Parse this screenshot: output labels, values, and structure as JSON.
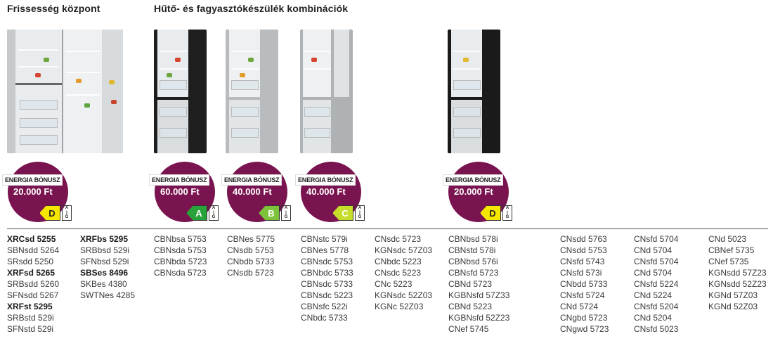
{
  "headings": {
    "fresh": "Frissesség központ",
    "combo": "Hűtő- és fagyasztókészülék kombinációk"
  },
  "badges": [
    {
      "label": "ENERGIA BÓNUSZ",
      "amount": "20.000 Ft",
      "energy_class": "D",
      "energy_color": "#f5e600"
    },
    {
      "label": "ENERGIA BÓNUSZ",
      "amount": "60.000 Ft",
      "energy_class": "A",
      "energy_color": "#2aa23a"
    },
    {
      "label": "ENERGIA BÓNUSZ",
      "amount": "40.000 Ft",
      "energy_class": "B",
      "energy_color": "#7cc23a"
    },
    {
      "label": "ENERGIA BÓNUSZ",
      "amount": "40.000 Ft",
      "energy_class": "C",
      "energy_color": "#c7dd2b"
    },
    {
      "label": "ENERGIA BÓNUSZ",
      "amount": "20.000 Ft",
      "energy_class": "D",
      "energy_color": "#f5e600"
    }
  ],
  "energy_scale": "A\nB\nC\nD\nE\nF\nG",
  "colors": {
    "badge": "#7a1450",
    "black_fridge": "#1e1e1e",
    "steel_fridge": "#b9bcbf"
  },
  "columns": {
    "c1": [
      "XRCsd 5255",
      "SBNsdd 5264",
      "SRsdd 5250",
      "XRFsd 5265",
      "SRBsdd 5260",
      "SFNsdd 5267",
      "XRFst 5295",
      "SRBstd 529i",
      "SFNstd 529i"
    ],
    "c2": [
      "XRFbs 5295",
      "SRBbsd 529i",
      "SFNbsd 529i",
      "SBSes 8496",
      "SKBes 4380",
      "SWTNes 4285"
    ],
    "c3": [
      "CBNbsa 5753",
      "CBNsda 5753",
      "CBNbda 5723",
      "CBNsda 5723"
    ],
    "c4": [
      "CBNes 5775",
      "CNsdb 5753",
      "CNbdb 5733",
      "CNsdb 5723"
    ],
    "c5": [
      "CBNstc 579i",
      "CBNes 5778",
      "CBNsdc 5753",
      "CBNbdc 5733",
      "CBNsdc 5733",
      "CBNsdc 5223",
      "CBNsfc 522i",
      "CNbdc 5733"
    ],
    "c6": [
      "CNsdc 5723",
      "KGNsdc 57Z03",
      "CNbdc 5223",
      "CNsdc 5223",
      "CNc 5223",
      "KGNsdc 52Z03",
      "KGNc 52Z03"
    ],
    "c7": [
      "CBNbsd 578i",
      "CBNstd 578i",
      "CBNbsd 576i",
      "CBNsfd 5723",
      "CBNd 5723",
      "KGBNsfd 57Z33",
      "CBNd 5223",
      "KGBNsfd 52Z23",
      "CNef 5745"
    ],
    "c8": [
      "CNsdd 5763",
      "CNsdd 5753",
      "CNsfd 5743",
      "CNsfd 573i",
      "CNbdd 5733",
      "CNsfd 5724",
      "CNd 5724",
      "CNgbd 5723",
      "CNgwd 5723"
    ],
    "c9": [
      "CNsfd 5704",
      "CNd 5704",
      "CNsfd 5704",
      "CNd 5704",
      "CNsfd 5224",
      "CNd 5224",
      "CNsfd 5204",
      "CNd 5204",
      "CNsfd 5023"
    ],
    "c10": [
      "CNd 5023",
      "CBNef 5735",
      "CNef 5735",
      "KGNsdd 57Z23",
      "KGNsdd 52Z23",
      "KGNd 57Z03",
      "KGNd 52Z03"
    ]
  }
}
